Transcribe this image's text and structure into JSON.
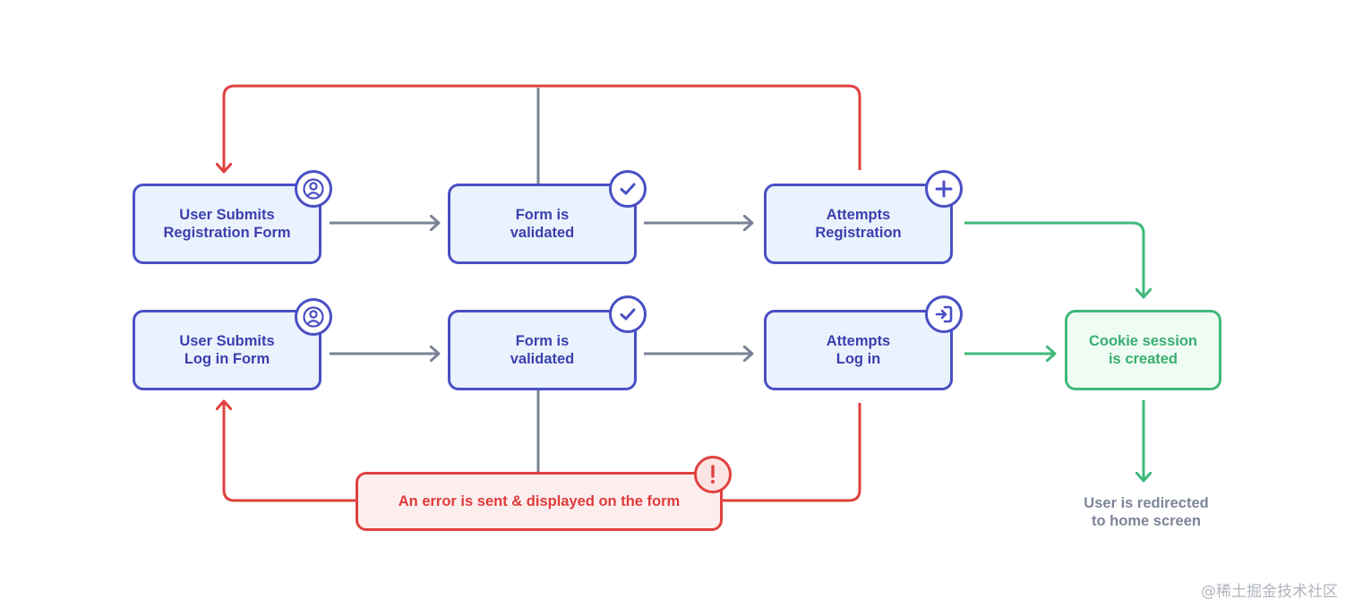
{
  "nodes": {
    "register_submit": {
      "lines": [
        "User Submits",
        "Registration Form"
      ],
      "icon": "user-icon"
    },
    "register_validate": {
      "lines": [
        "Form is",
        "validated"
      ],
      "icon": "check-icon"
    },
    "register_attempt": {
      "lines": [
        "Attempts",
        "Registration"
      ],
      "icon": "plus-icon"
    },
    "login_submit": {
      "lines": [
        "User Submits",
        "Log in Form"
      ],
      "icon": "user-icon"
    },
    "login_validate": {
      "lines": [
        "Form is",
        "validated"
      ],
      "icon": "check-icon"
    },
    "login_attempt": {
      "lines": [
        "Attempts",
        "Log in"
      ],
      "icon": "login-icon"
    },
    "cookie": {
      "lines": [
        "Cookie session",
        "is created"
      ]
    },
    "error": {
      "text": "An error is sent & displayed on the form",
      "icon": "exclamation-icon"
    }
  },
  "redirect_note": {
    "lines": [
      "User is redirected",
      "to home screen"
    ]
  },
  "watermark": "@稀土掘金技术社区",
  "colors": {
    "primary": "#4a4fc4",
    "box_fill": "#eaf2fd",
    "flow_arrow": "#7a8396",
    "error": "#e0413f",
    "success": "#3fb97a",
    "note_text": "#7c8597"
  }
}
